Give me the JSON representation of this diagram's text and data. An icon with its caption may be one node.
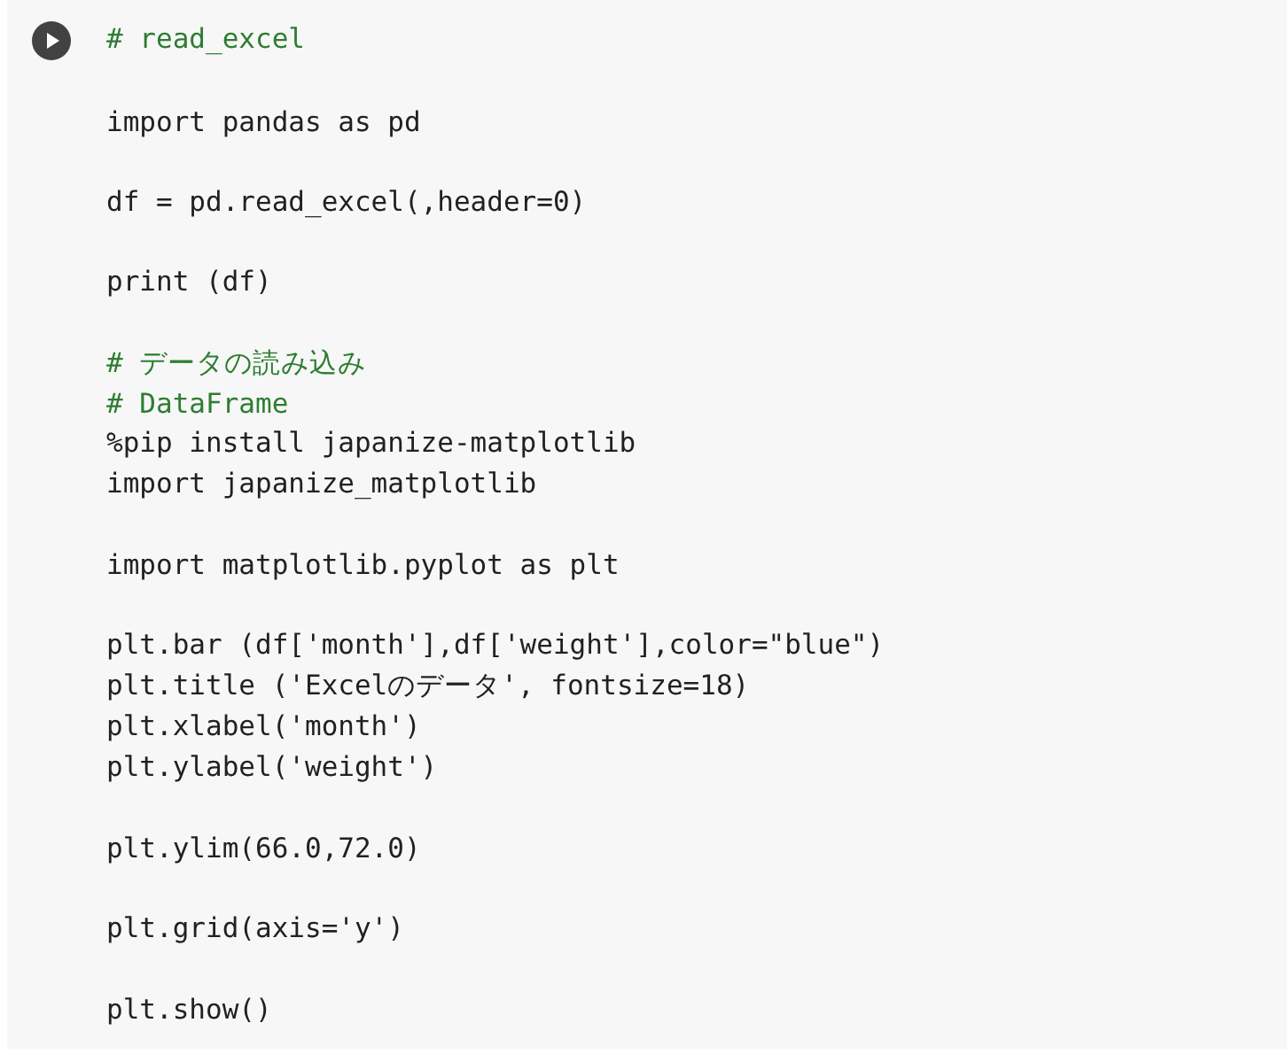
{
  "diagram": {
    "labels": [
      "# read_excel",
      "import pandas as pd",
      "df = pd.read_excel(,header=0)",
      "print (df)",
      "# データの読み込み",
      "# DataFrame",
      "%pip install japanize-matplotlib",
      "import japanize_matplotlib",
      "import matplotlib.pyplot as plt",
      "plt.bar (df['month'],df['weight'],color=\"blue\")",
      "plt.title ('Excelのデータ', fontsize=18)",
      "plt.xlabel('month')",
      "plt.ylabel('weight')",
      "plt.ylim(66.0,72.0)",
      "plt.grid(axis='y')",
      "plt.show()"
    ]
  }
}
